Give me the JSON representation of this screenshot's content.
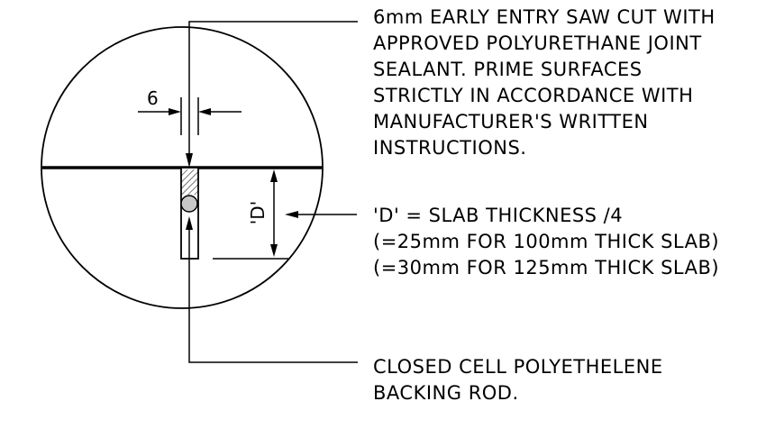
{
  "callouts": {
    "saw_cut": [
      "6mm EARLY ENTRY SAW CUT WITH",
      "APPROVED POLYURETHANE JOINT",
      "SEALANT. PRIME SURFACES",
      "STRICTLY IN ACCORDANCE WITH",
      "MANUFACTURER'S WRITTEN",
      "INSTRUCTIONS."
    ],
    "depth": [
      "'D' = SLAB THICKNESS /4",
      "(=25mm FOR 100mm THICK SLAB)",
      "(=30mm FOR 125mm THICK SLAB)"
    ],
    "backing_rod": [
      "CLOSED CELL POLYETHELENE",
      "BACKING ROD."
    ]
  },
  "dimensions": {
    "width_label": "6",
    "depth_label": "'D'"
  }
}
